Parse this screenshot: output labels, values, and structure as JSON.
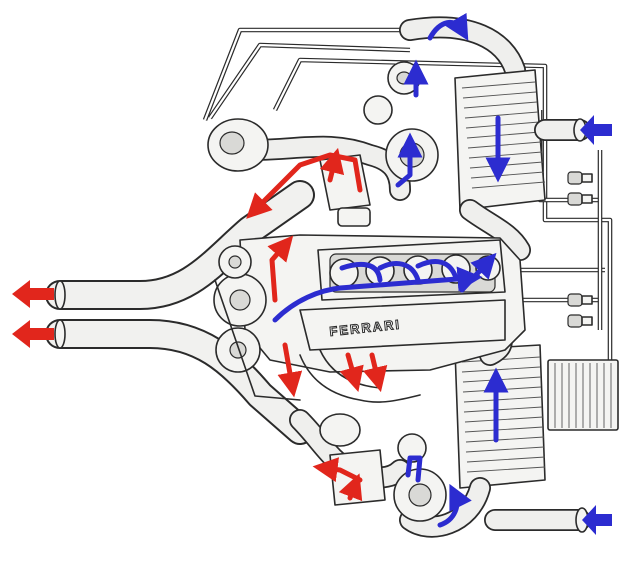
{
  "diagram": {
    "engine_badge": "FERRARI",
    "colors": {
      "hot_flow": "#e1261c",
      "cold_flow": "#2c2cd0",
      "ink": "#2b2b2b"
    },
    "parts": [
      "v8-engine-block",
      "upper-turbocharger",
      "lower-turbocharger",
      "upper-intercooler",
      "lower-intercooler",
      "upper-wastegate",
      "lower-wastegate",
      "intake-plenum",
      "exhaust-tailpipes",
      "small-radiator",
      "pressure-sensors",
      "boost-control-lines"
    ]
  }
}
